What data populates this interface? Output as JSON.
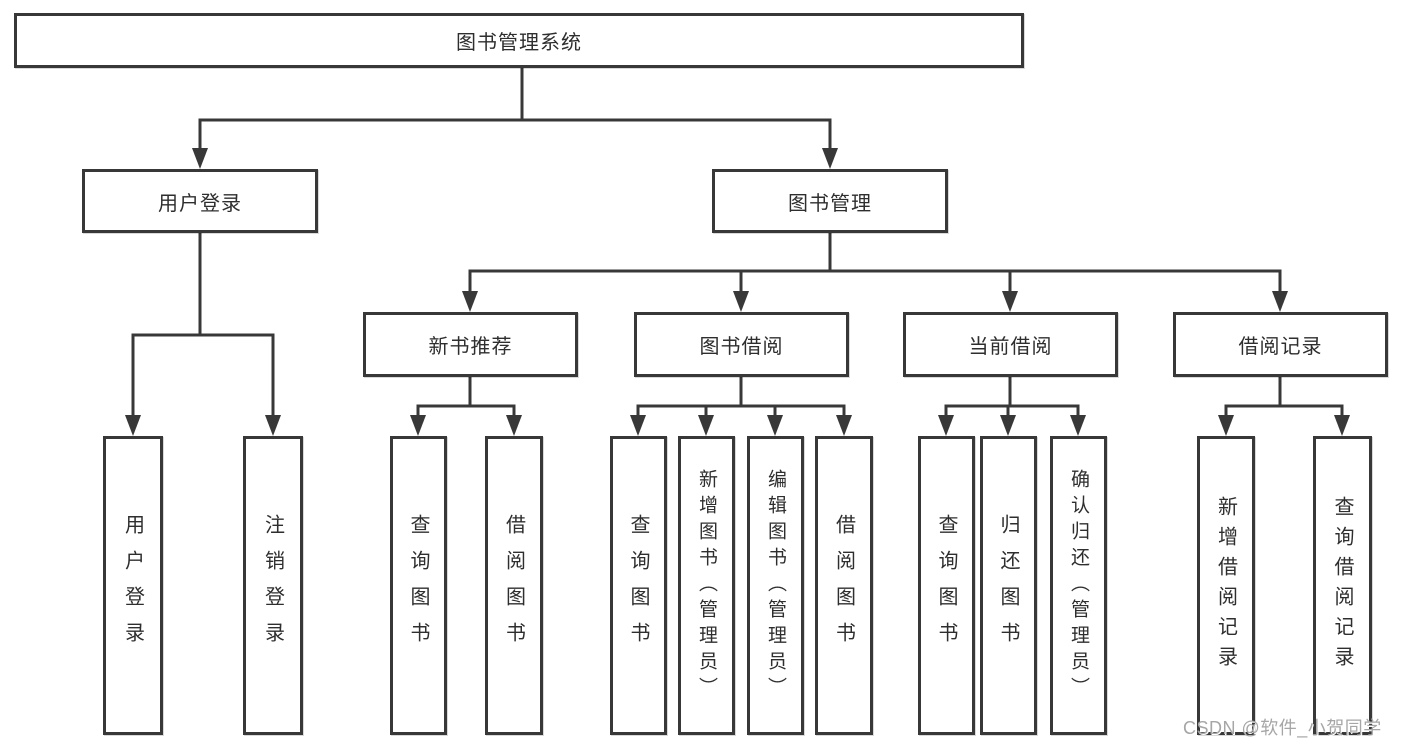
{
  "diagram": {
    "root": {
      "label": "图书管理系统"
    },
    "level2": [
      {
        "label": "用户登录"
      },
      {
        "label": "图书管理"
      }
    ],
    "level3": [
      {
        "label": "新书推荐",
        "parent": "图书管理"
      },
      {
        "label": "图书借阅",
        "parent": "图书管理"
      },
      {
        "label": "当前借阅",
        "parent": "图书管理"
      },
      {
        "label": "借阅记录",
        "parent": "图书管理"
      }
    ],
    "leaves": [
      {
        "label": "用户登录",
        "parent": "用户登录"
      },
      {
        "label": "注销登录",
        "parent": "用户登录"
      },
      {
        "label": "查询图书",
        "parent": "新书推荐"
      },
      {
        "label": "借阅图书",
        "parent": "新书推荐"
      },
      {
        "label": "查询图书",
        "parent": "图书借阅"
      },
      {
        "label": "新增图书（管理员）",
        "parent": "图书借阅"
      },
      {
        "label": "编辑图书（管理员）",
        "parent": "图书借阅"
      },
      {
        "label": "借阅图书",
        "parent": "图书借阅"
      },
      {
        "label": "查询图书",
        "parent": "当前借阅"
      },
      {
        "label": "归还图书",
        "parent": "当前借阅"
      },
      {
        "label": "确认归还（管理员）",
        "parent": "当前借阅"
      },
      {
        "label": "新增借阅记录",
        "parent": "借阅记录"
      },
      {
        "label": "查询借阅记录",
        "parent": "借阅记录"
      }
    ]
  },
  "watermark": {
    "text": "CSDN @软件_小贺同学"
  },
  "colors": {
    "line": "#383838",
    "text": "#2e2e2e",
    "box_background": "#ffffff",
    "watermark": "#a6a6a6",
    "background": "#ffffff"
  }
}
